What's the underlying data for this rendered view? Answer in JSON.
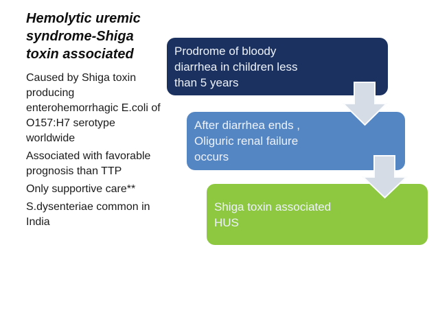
{
  "slide": {
    "title": "Hemolytic uremic syndrome-Shiga toxin associated",
    "bullets": [
      "Caused by Shiga toxin producing enterohemorrhagic E.coli of O157:H7 serotype worldwide",
      "Associated with favorable prognosis than TTP",
      "Only supportive care**",
      "S.dysenteriae common in India"
    ]
  },
  "diagram": {
    "type": "step-down-process",
    "steps": [
      {
        "label": "Prodrome of bloody diarrhea in children less than 5 years",
        "color": "#1b3160"
      },
      {
        "label": "After diarrhea ends , Oliguric renal failure occurs",
        "color": "#5586c4"
      },
      {
        "label": "Shiga toxin associated HUS",
        "color": "#8dc840"
      }
    ],
    "arrow_color": "#d6dce6"
  },
  "colors": {
    "background": "#ffffff",
    "title_text": "#0f0f0f",
    "body_text": "#1a1a1a",
    "step_text": "#eef2f9"
  }
}
